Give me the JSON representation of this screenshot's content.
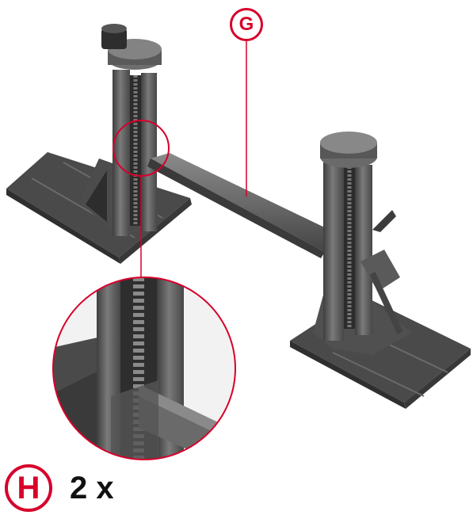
{
  "callout_part_label": "G",
  "step": {
    "label": "H",
    "quantity": "2 x"
  },
  "colors": {
    "accent": "#d7002a",
    "part": "#5d5d5d",
    "base": "#4e4e4e"
  },
  "icons": [
    "model-jack-stand-illustration",
    "magnifier-detail-illustration"
  ]
}
